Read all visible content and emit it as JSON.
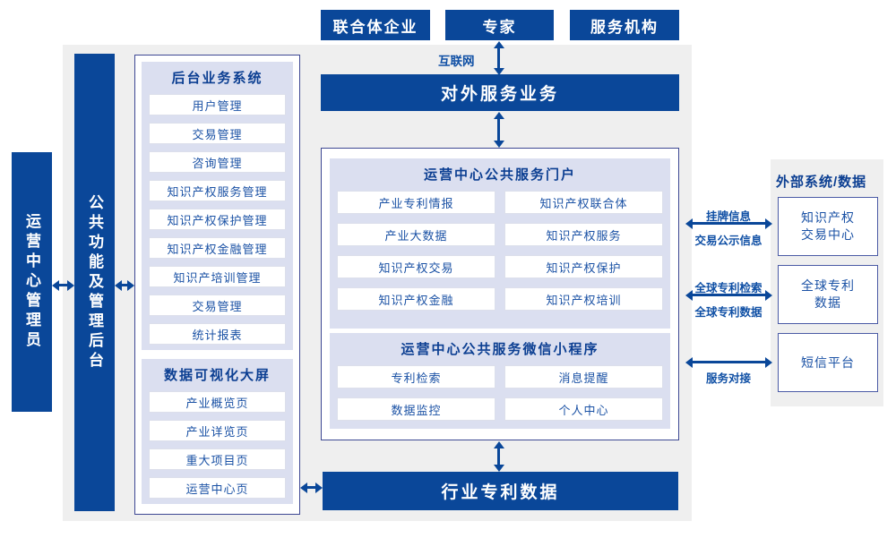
{
  "colors": {
    "primary_blue": "#0a4799",
    "panel_gray": "#efefef",
    "lavender": "#dbdff0",
    "box_border": "#3d4893",
    "text_blue": "#1b52a5"
  },
  "top_actors": {
    "consortium": "联合体企业",
    "experts": "专家",
    "service_orgs": "服务机构"
  },
  "internet_label": "互联网",
  "external_service_bar": "对外服务业务",
  "industry_patent_bar": "行业专利数据",
  "admin_sidebar": "运营中心管理员",
  "backend_sidebar": "公共功能及管理后台",
  "backend_system": {
    "title": "后台业务系统",
    "items": [
      "用户管理",
      "交易管理",
      "咨询管理",
      "知识产权服务管理",
      "知识产权保护管理",
      "知识产权金融管理",
      "知识产培训管理",
      "交易管理",
      "统计报表"
    ]
  },
  "data_viz": {
    "title": "数据可视化大屏",
    "items": [
      "产业概览页",
      "产业详览页",
      "重大项目页",
      "运营中心页"
    ]
  },
  "portal": {
    "title": "运营中心公共服务门户",
    "items": [
      "产业专利情报",
      "知识产权联合体",
      "产业大数据",
      "知识产权服务",
      "知识产权交易",
      "知识产权保护",
      "知识产权金融",
      "知识产权培训"
    ]
  },
  "miniprogram": {
    "title": "运营中心公共服务微信小程序",
    "items": [
      "专利检索",
      "消息提醒",
      "数据监控",
      "个人中心"
    ]
  },
  "external_systems": {
    "title": "外部系统/数据",
    "boxes": [
      {
        "line1": "知识产权",
        "line2": "交易中心"
      },
      {
        "line1": "全球专利",
        "line2": "数据"
      },
      {
        "line1": "短信平台",
        "line2": ""
      }
    ]
  },
  "link_labels": {
    "listing_info": "挂牌信息",
    "trade_public_info": "交易公示信息",
    "global_patent_search": "全球专利检索",
    "global_patent_data": "全球专利数据",
    "service_connect": "服务对接"
  }
}
